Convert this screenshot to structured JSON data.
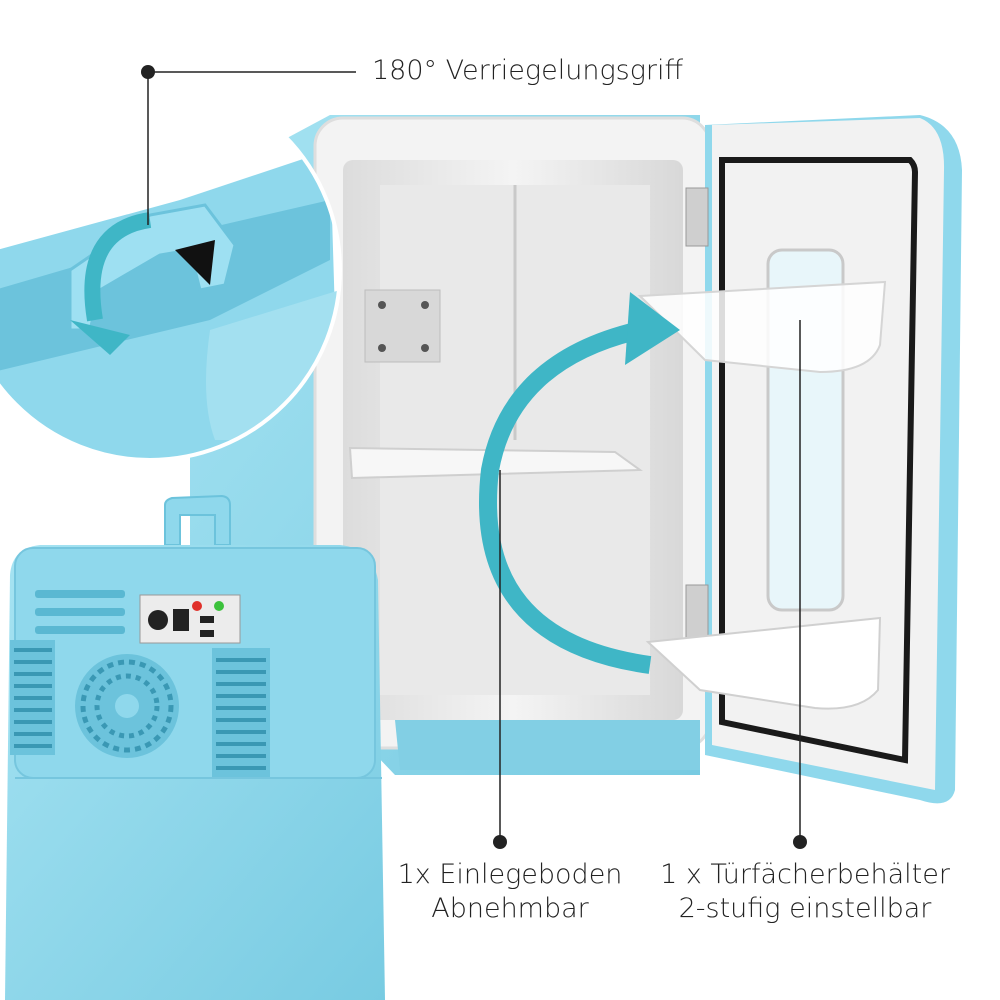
{
  "labels": {
    "handle": "180° Verriegelungsgriff",
    "shelf_line1": "1x Einlegeboden",
    "shelf_line2": "Abnehmbar",
    "door_line1": "1 x Türfächerbehälter",
    "door_line2": "2-stufig einstellbar"
  },
  "colors": {
    "fridge_blue": "#8fd8ec",
    "fridge_blue_dark": "#6cc3dc",
    "interior": "#ececec",
    "arrow": "#3fb6c6",
    "gasket": "#1a1a1a",
    "led_red": "#e0302a",
    "led_green": "#3cc23c"
  },
  "icons": [
    "curved-arrow-icon",
    "fan-grille-icon",
    "hinge-icon"
  ]
}
